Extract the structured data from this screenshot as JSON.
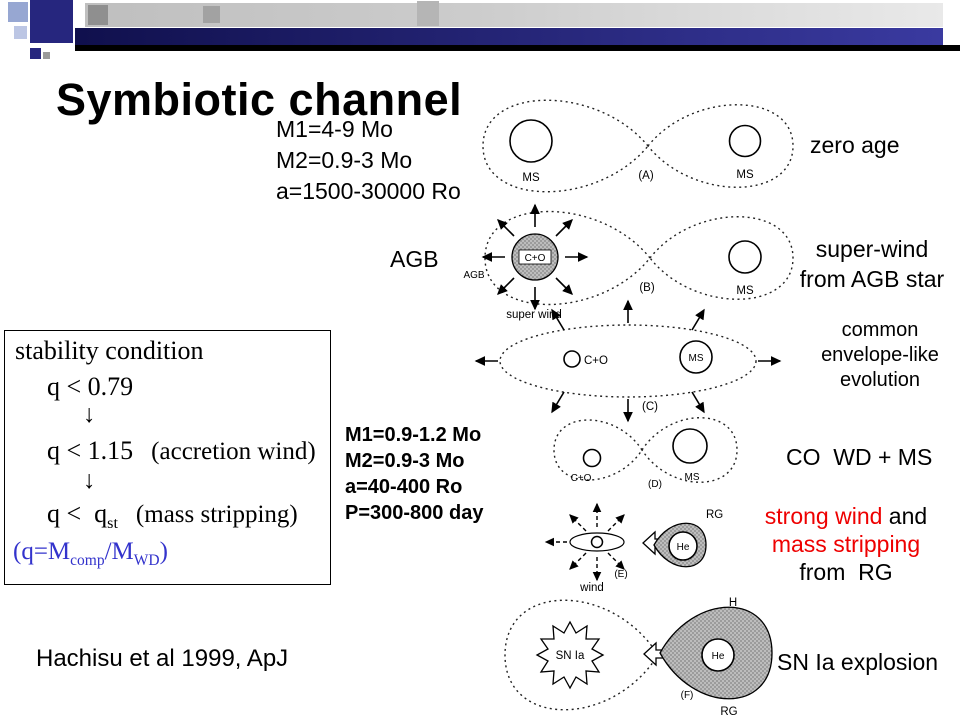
{
  "colors": {
    "red": "#ee0000",
    "blue": "#3333cc",
    "banner_navy": "#26267e"
  },
  "title": "Symbiotic channel",
  "credit": "Hachisu et al 1999, ApJ",
  "initial_params": {
    "line1": "M1=4-9 Mo",
    "line2": "M2=0.9-3 Mo",
    "line3": "a=1500-30000 Ro"
  },
  "agb_label": "AGB",
  "stability_box": {
    "heading": "stability condition",
    "cond1": "q < 0.79",
    "arrow1": "↓",
    "cond2": "q < 1.15",
    "cond2_note": "(accretion wind)",
    "arrow2": "↓",
    "cond3": "q <  q",
    "cond3_sub": "st",
    "cond3_note": "(mass stripping)",
    "def_p1": "(q=M",
    "def_s1": "comp",
    "def_p2": "/M",
    "def_s2": "WD",
    "def_p3": ")"
  },
  "final_params": {
    "line1": "M1=0.9-1.2 Mo",
    "line2": "M2=0.9-3 Mo",
    "line3": "a=40-400 Ro",
    "line4": "P=300-800 day"
  },
  "annotations": {
    "zero_age": "zero age",
    "superwind_1": "super-wind",
    "superwind_2": "from AGB star",
    "common_1": "common",
    "common_2": "envelope-like",
    "common_3": "evolution",
    "co_wd_ms": "CO  WD + MS",
    "strong_red": "strong wind",
    "strong_black": " and",
    "stripping_red": "mass stripping",
    "from_rg": "from  RG",
    "sn_ia": "SN Ia explosion"
  },
  "diagram": {
    "a": {
      "tag": "(A)",
      "left_star": "MS",
      "right_star": "MS"
    },
    "b": {
      "tag": "(B)",
      "left_star": "C+O",
      "right_star": "MS",
      "agb": "AGB",
      "superwind": "super wind"
    },
    "c": {
      "tag": "(C)",
      "left_star": "C+O",
      "right_star": "MS"
    },
    "d": {
      "tag": "(D)",
      "left_star": "C+O",
      "right_star": "MS"
    },
    "e": {
      "tag": "(E)",
      "wind": "wind",
      "core": "He",
      "rg": "RG"
    },
    "f": {
      "tag": "(F)",
      "sn": "SN Ia",
      "core": "He",
      "h": "H",
      "rg": "RG"
    }
  }
}
